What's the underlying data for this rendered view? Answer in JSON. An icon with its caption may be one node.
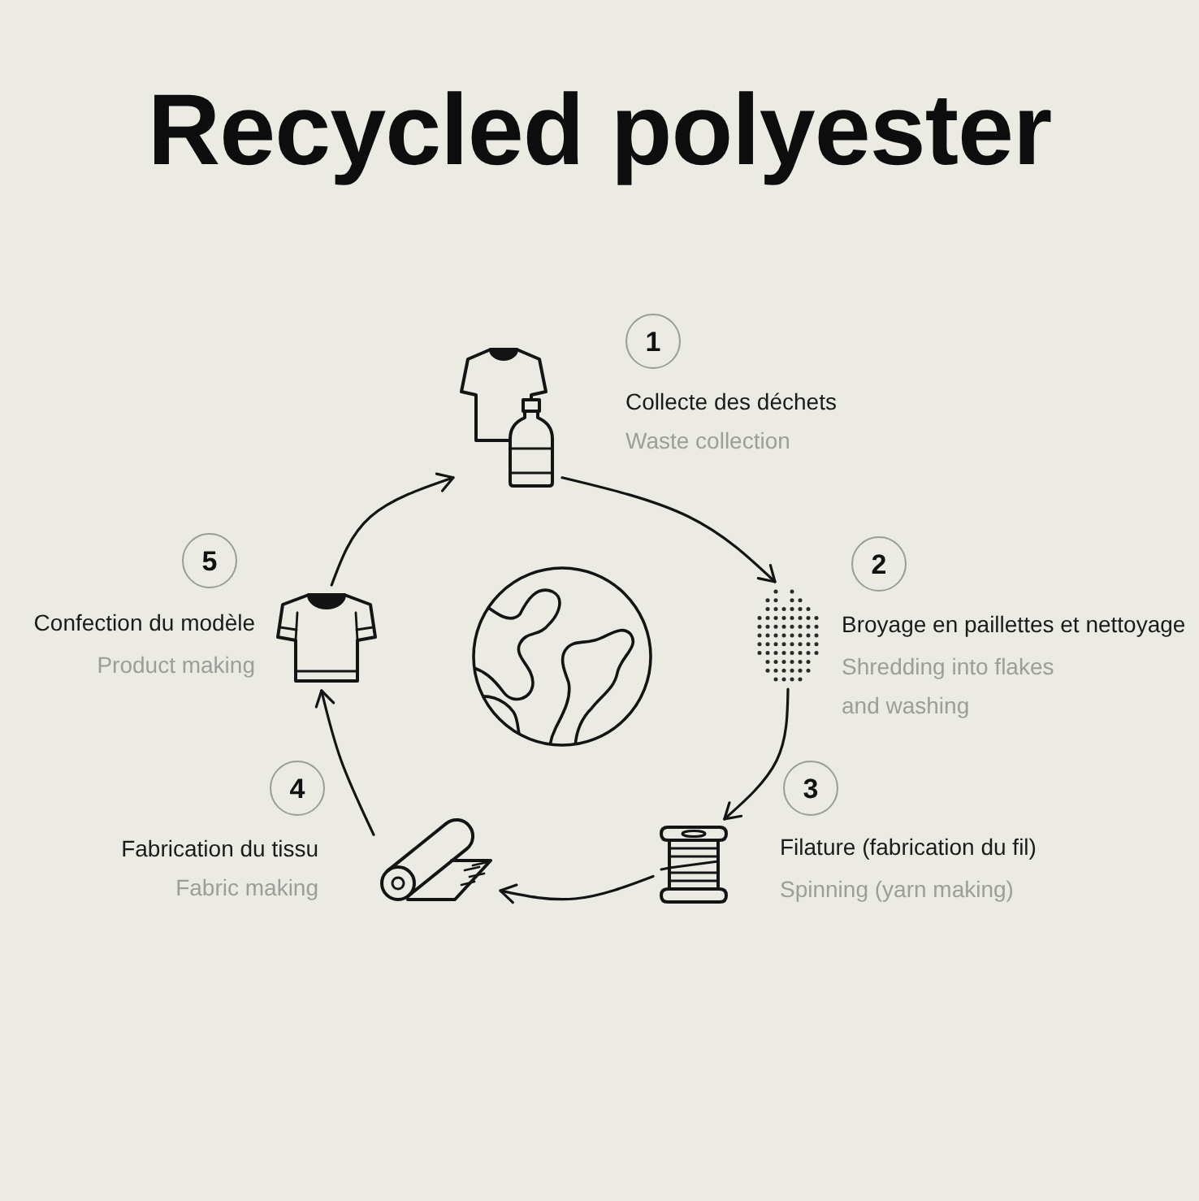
{
  "diagram": {
    "title": "Recycled polyester",
    "nodes": [
      {
        "text": [
          "1"
        ]
      },
      {
        "text": [],
        "shape": "picture",
        "beside": [
          "Collecte des déchets",
          "Waste collection"
        ]
      },
      {
        "text": [
          "2"
        ]
      },
      {
        "text": [],
        "shape": "picture",
        "beside": [
          "Broyage en paillettes et nettoyage",
          "Shredding into flakes and washing"
        ]
      },
      {
        "text": [
          "3"
        ]
      },
      {
        "text": [],
        "shape": "picture",
        "beside": [
          "Filature (fabrication du fil)",
          "Spinning (yarn making)"
        ]
      },
      {
        "text": [
          "4"
        ]
      },
      {
        "text": [],
        "shape": "picture",
        "beside": [
          "Fabrication du tissu",
          "Fabric making"
        ]
      },
      {
        "text": [
          "5"
        ]
      },
      {
        "text": [],
        "shape": "picture",
        "beside": [
          "Confection du modèle",
          "Product making"
        ]
      }
    ],
    "edges": [
      {
        "from": 1,
        "to": 3,
        "arrow": "to"
      },
      {
        "from": 3,
        "to": 5,
        "arrow": "to"
      },
      {
        "from": 5,
        "to": 7,
        "arrow": "to"
      },
      {
        "from": 7,
        "to": 9,
        "arrow": "to"
      },
      {
        "from": 9,
        "to": 1,
        "arrow": "to"
      }
    ]
  }
}
